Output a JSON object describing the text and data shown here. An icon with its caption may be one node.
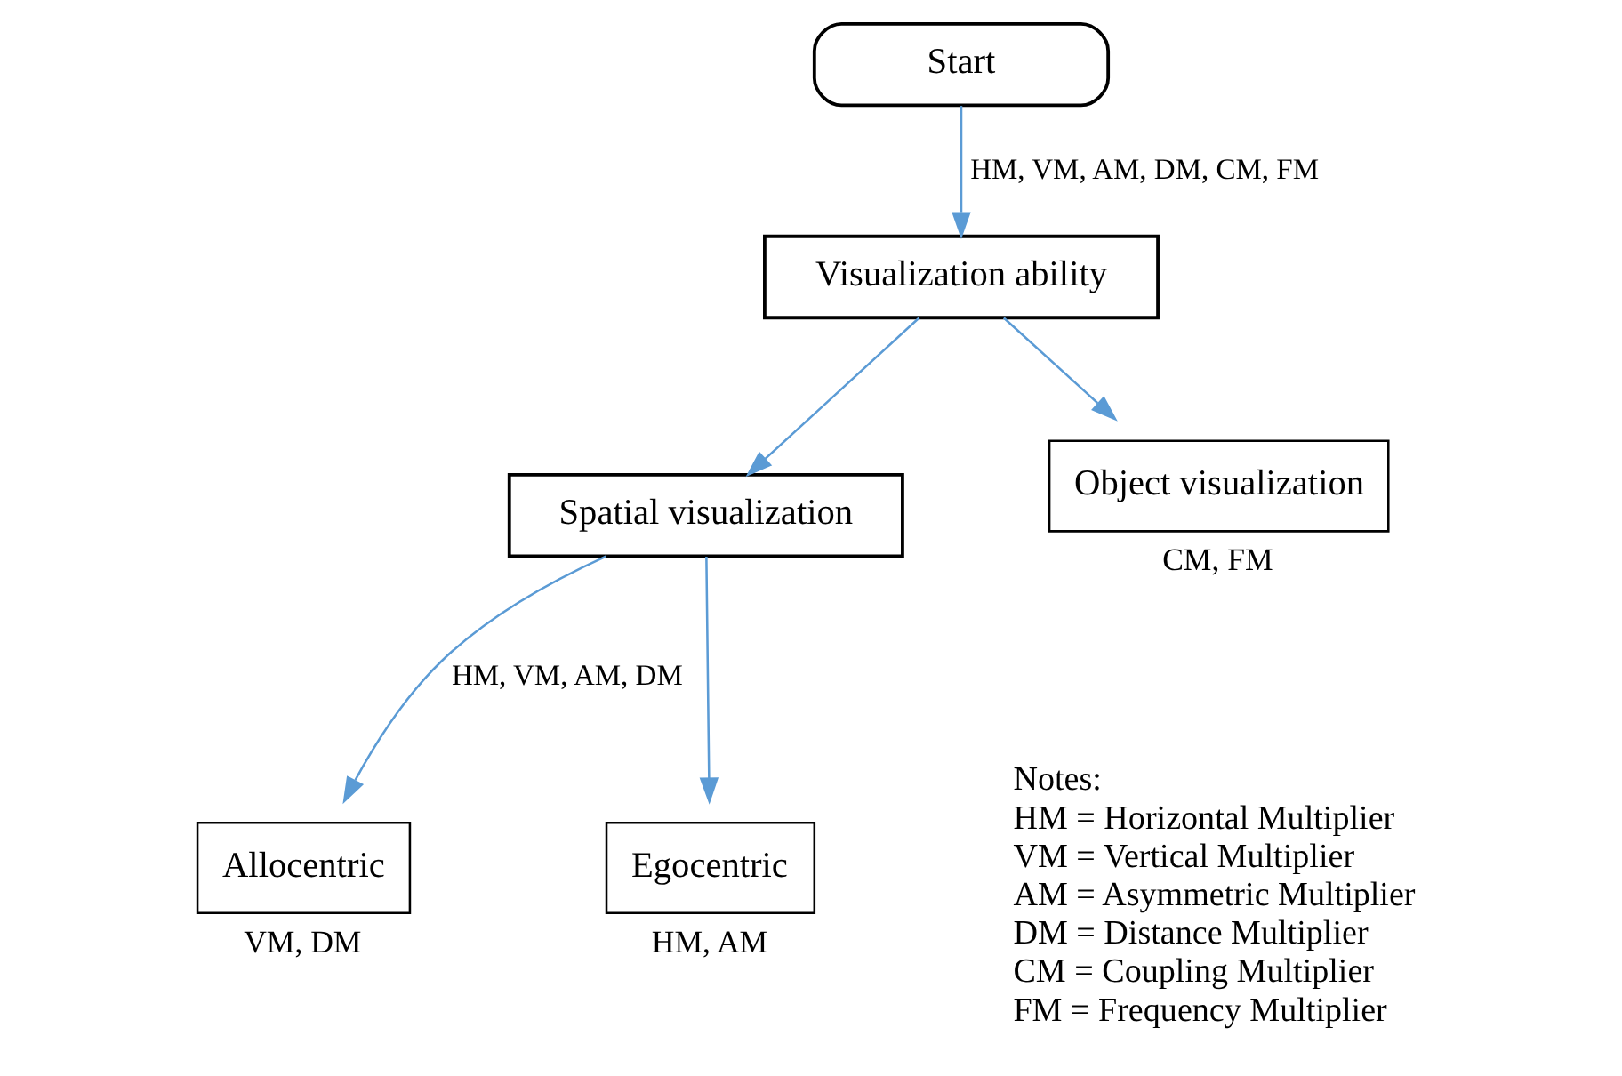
{
  "diagram": {
    "nodes": [
      {
        "text": [
          "Start"
        ]
      },
      {
        "text": [
          "Visualization ability"
        ]
      },
      {
        "text": [
          "Spatial visualization"
        ]
      },
      {
        "text": [
          "Object visualization"
        ],
        "beside": [
          "CM, FM"
        ]
      },
      {
        "text": [
          "Allocentric"
        ],
        "beside": [
          "VM, DM"
        ]
      },
      {
        "text": [
          "Egocentric"
        ],
        "beside": [
          "HM, AM"
        ]
      }
    ],
    "edges": [
      {
        "from": 0,
        "to": 1,
        "arrow": "to",
        "label": "HM, VM, AM, DM, CM, FM"
      },
      {
        "from": 1,
        "to": 2,
        "arrow": "to"
      },
      {
        "from": 1,
        "to": 3,
        "arrow": "to"
      },
      {
        "from": 2,
        "to": 4,
        "arrow": "to",
        "label": "HM, VM, AM, DM"
      },
      {
        "from": 2,
        "to": 5,
        "arrow": "to"
      }
    ],
    "labels": [
      "Notes:",
      "HM = Horizontal Multiplier",
      "VM = Vertical Multiplier",
      "AM = Asymmetric Multiplier",
      "DM = Distance Multiplier",
      "CM = Coupling Multiplier",
      "FM = Frequency Multiplier"
    ]
  }
}
